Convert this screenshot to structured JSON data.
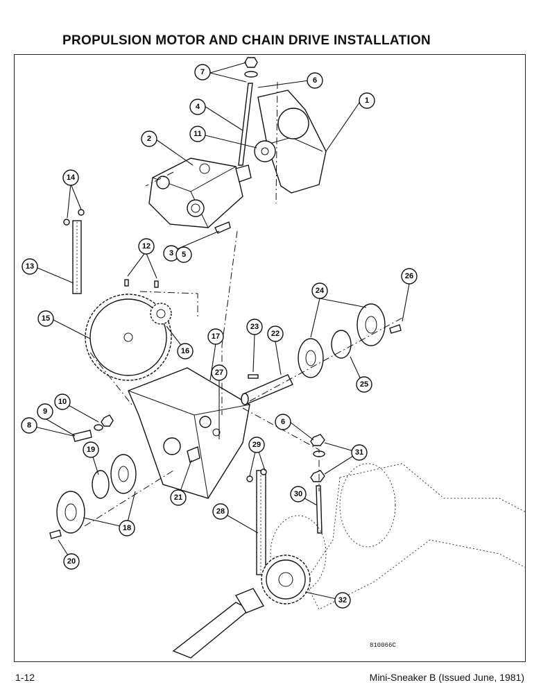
{
  "page_title": "PROPULSION MOTOR AND CHAIN DRIVE INSTALLATION",
  "figure_code": "810066C",
  "page_number": "1-12",
  "footer_text": "Mini-Sneaker B (Issued June, 1981)",
  "callouts": {
    "c1": "1",
    "c2": "2",
    "c3": "3",
    "c4": "4",
    "c5": "5",
    "c6": "6",
    "c6b": "6",
    "c7": "7",
    "c8": "8",
    "c9": "9",
    "c10": "10",
    "c11": "11",
    "c12": "12",
    "c13": "13",
    "c14": "14",
    "c15": "15",
    "c16": "16",
    "c17": "17",
    "c18": "18",
    "c19": "19",
    "c20": "20",
    "c21": "21",
    "c22": "22",
    "c23": "23",
    "c24": "24",
    "c25": "25",
    "c26": "26",
    "c27": "27",
    "c28": "28",
    "c29": "29",
    "c30": "30",
    "c31": "31",
    "c32": "32"
  }
}
